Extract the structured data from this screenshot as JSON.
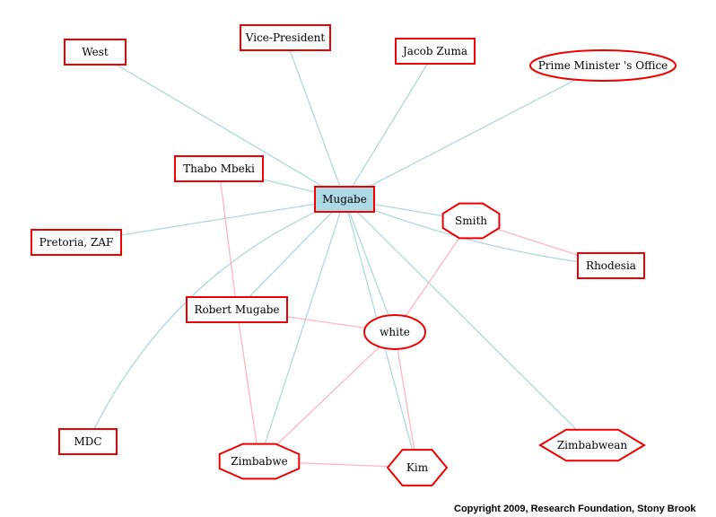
{
  "colors": {
    "edge_primary": "#add8e6",
    "edge_secondary": "#ffb6c1",
    "node_stroke": "#ee0000",
    "center_fill": "#add8e6",
    "background": "#ffffff"
  },
  "nodes": [
    {
      "id": "mugabe",
      "label": "Mugabe",
      "shape": "box-filled"
    },
    {
      "id": "west",
      "label": "West",
      "shape": "box"
    },
    {
      "id": "vp",
      "label": "Vice-President",
      "shape": "box"
    },
    {
      "id": "zuma",
      "label": "Jacob Zuma",
      "shape": "box"
    },
    {
      "id": "pmo",
      "label": "Prime Minister 's Office",
      "shape": "ellipse"
    },
    {
      "id": "thabo",
      "label": "Thabo Mbeki",
      "shape": "box"
    },
    {
      "id": "pretoria",
      "label": "Pretoria, ZAF",
      "shape": "box"
    },
    {
      "id": "smith",
      "label": "Smith",
      "shape": "octagon"
    },
    {
      "id": "rhodesia",
      "label": "Rhodesia",
      "shape": "box"
    },
    {
      "id": "robert",
      "label": "Robert Mugabe",
      "shape": "box"
    },
    {
      "id": "white",
      "label": "white",
      "shape": "ellipse"
    },
    {
      "id": "mdc",
      "label": "MDC",
      "shape": "box"
    },
    {
      "id": "zimbabwe",
      "label": "Zimbabwe",
      "shape": "octagon"
    },
    {
      "id": "kim",
      "label": "Kim",
      "shape": "hexagon"
    },
    {
      "id": "zimbabwean",
      "label": "Zimbabwean",
      "shape": "hexagon"
    }
  ],
  "edges": [
    {
      "from": "mugabe",
      "to": "west",
      "kind": "primary"
    },
    {
      "from": "mugabe",
      "to": "vp",
      "kind": "primary"
    },
    {
      "from": "mugabe",
      "to": "zuma",
      "kind": "primary"
    },
    {
      "from": "mugabe",
      "to": "pmo",
      "kind": "primary"
    },
    {
      "from": "mugabe",
      "to": "thabo",
      "kind": "primary"
    },
    {
      "from": "mugabe",
      "to": "pretoria",
      "kind": "primary"
    },
    {
      "from": "mugabe",
      "to": "smith",
      "kind": "primary"
    },
    {
      "from": "mugabe",
      "to": "rhodesia",
      "kind": "primary"
    },
    {
      "from": "mugabe",
      "to": "robert",
      "kind": "primary"
    },
    {
      "from": "mugabe",
      "to": "white",
      "kind": "primary"
    },
    {
      "from": "mugabe",
      "to": "mdc",
      "kind": "primary"
    },
    {
      "from": "mugabe",
      "to": "zimbabwe",
      "kind": "primary"
    },
    {
      "from": "mugabe",
      "to": "kim",
      "kind": "primary"
    },
    {
      "from": "mugabe",
      "to": "zimbabwean",
      "kind": "primary"
    },
    {
      "from": "thabo",
      "to": "robert",
      "kind": "secondary"
    },
    {
      "from": "smith",
      "to": "rhodesia",
      "kind": "secondary"
    },
    {
      "from": "smith",
      "to": "white",
      "kind": "secondary"
    },
    {
      "from": "robert",
      "to": "white",
      "kind": "secondary"
    },
    {
      "from": "robert",
      "to": "zimbabwe",
      "kind": "secondary"
    },
    {
      "from": "white",
      "to": "zimbabwe",
      "kind": "secondary"
    },
    {
      "from": "white",
      "to": "kim",
      "kind": "secondary"
    },
    {
      "from": "zimbabwe",
      "to": "kim",
      "kind": "secondary"
    }
  ],
  "footer": {
    "copyright": "Copyright 2009, Research Foundation, Stony Brook"
  }
}
